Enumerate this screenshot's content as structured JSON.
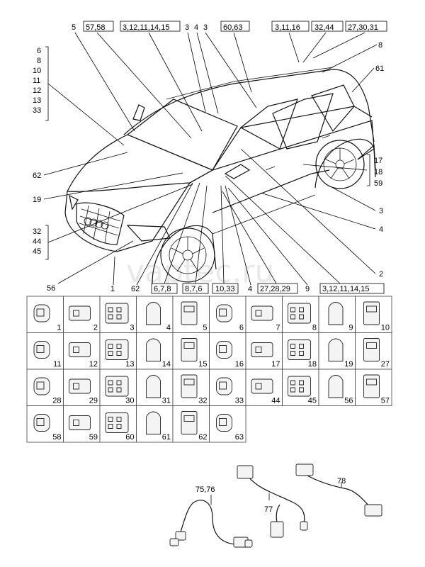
{
  "watermark": "vaptec.ru",
  "callouts_top": [
    "5",
    "57,58",
    "3,12,11,14,15",
    "3",
    "4",
    "3",
    "60,63",
    "3,11,16",
    "32,44",
    "27,30,31",
    "8",
    "61"
  ],
  "callouts_left": [
    "6",
    "8",
    "10",
    "11",
    "12",
    "13",
    "33",
    "62",
    "19",
    "32",
    "44",
    "45",
    "56"
  ],
  "callouts_right": [
    "17",
    "18",
    "59",
    "3",
    "4",
    "2"
  ],
  "callouts_bottom": [
    "1",
    "62",
    "6,7,8",
    "8,7,6",
    "10,33",
    "4",
    "27,28,29",
    "9",
    "3,12,11,14,15"
  ],
  "parts_grid": [
    [
      "1",
      "2",
      "3",
      "4",
      "5",
      "6",
      "7",
      "8",
      "9",
      "10"
    ],
    [
      "11",
      "12",
      "13",
      "14",
      "15",
      "16",
      "17",
      "18",
      "19",
      "27"
    ],
    [
      "28",
      "29",
      "30",
      "31",
      "32",
      "33",
      "44",
      "45",
      "56",
      "57"
    ],
    [
      "58",
      "59",
      "60",
      "61",
      "62",
      "63"
    ]
  ],
  "harness_labels": [
    "75,76",
    "77",
    "78"
  ]
}
